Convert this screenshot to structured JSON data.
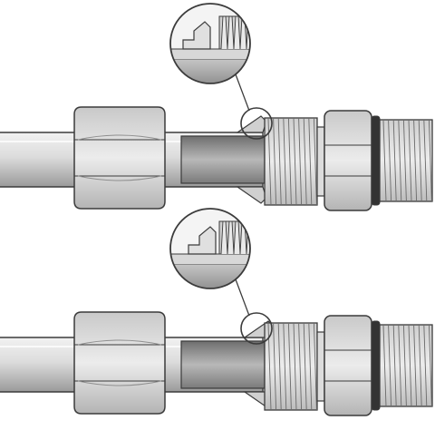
{
  "diagram": {
    "subject": "compression-fitting-assembly",
    "colors": {
      "background": "#ffffff",
      "outline": "#3b3b3b",
      "tube_light": "#e4e4e4",
      "tube_dark": "#8c8c8c",
      "nut_light": "#e2e2e2",
      "nut_mid": "#cfcfcf",
      "nut_dark": "#9f9f9f",
      "thread": "#d9d9d9",
      "thread_line": "#6a6a6a",
      "oring": "#333333",
      "ferrule": "#d0d0d0"
    },
    "views": [
      {
        "name": "upper-view",
        "state": "before-tightening",
        "icons": {
          "tube": "tube-icon",
          "nut": "hex-nut-icon",
          "body": "fitting-body-icon",
          "ferrule": "ferrule-icon",
          "detail": "magnifier-callout-icon"
        }
      },
      {
        "name": "lower-view",
        "state": "after-tightening",
        "icons": {
          "tube": "tube-icon",
          "nut": "hex-nut-icon",
          "body": "fitting-body-icon",
          "ferrule": "ferrule-icon",
          "detail": "magnifier-callout-icon"
        }
      }
    ]
  }
}
